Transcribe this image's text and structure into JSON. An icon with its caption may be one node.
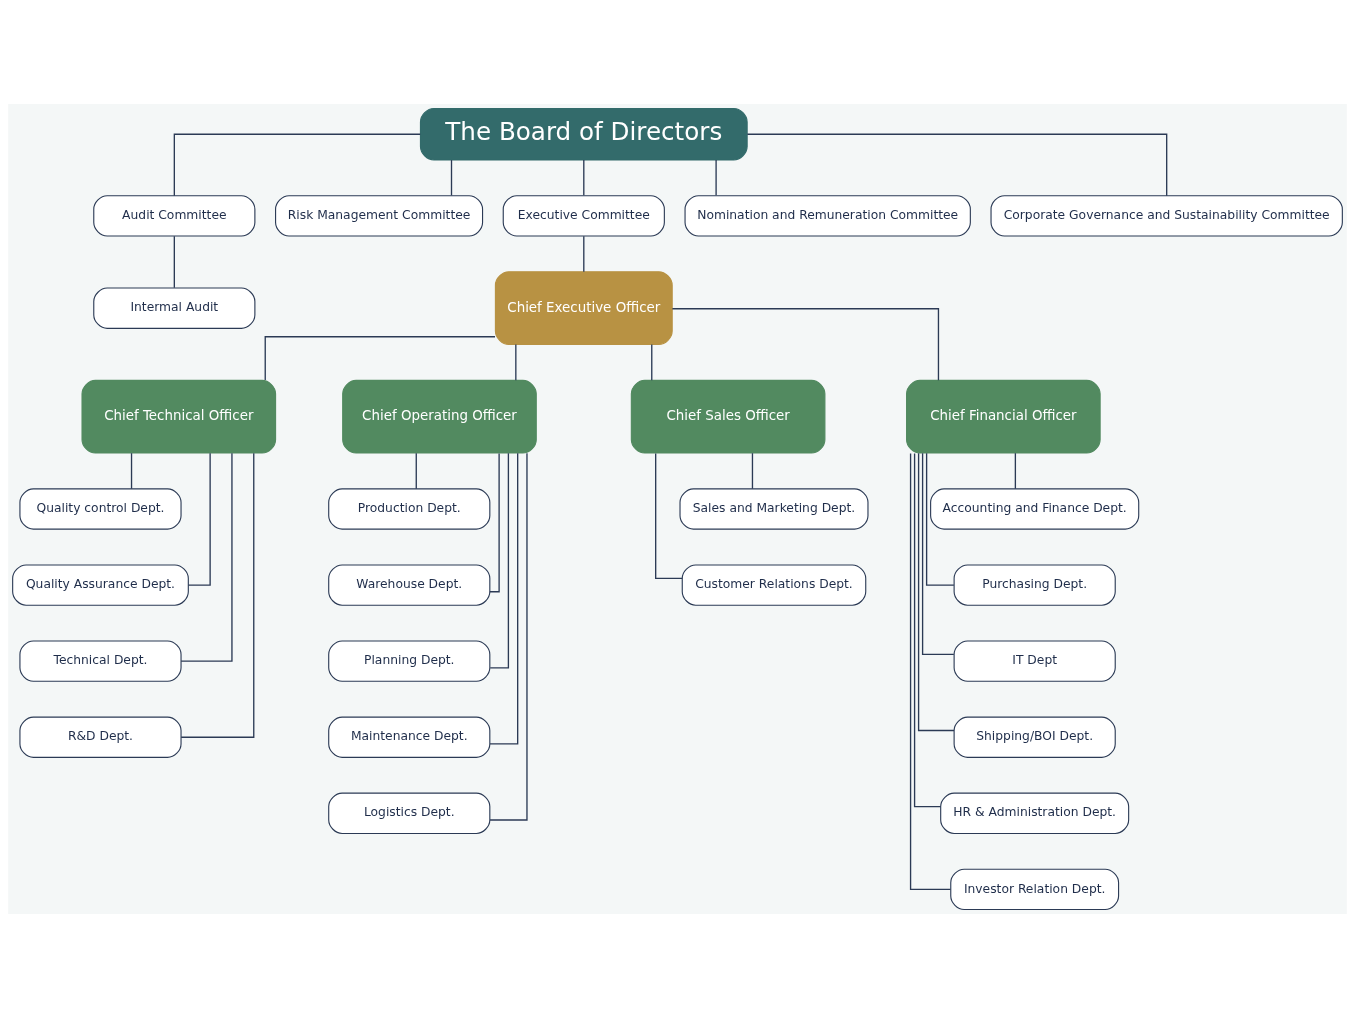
{
  "diagram": {
    "nodes": [
      {
        "text": [
          "The Board of Directors"
        ]
      },
      {
        "text": [
          "Audit Committee"
        ]
      },
      {
        "text": [
          "Risk Management Committee"
        ]
      },
      {
        "text": [
          "Executive Committee"
        ]
      },
      {
        "text": [
          "Nomination and Remuneration Committee"
        ]
      },
      {
        "text": [
          "Corporate Governance and Sustainability Committee"
        ]
      },
      {
        "text": [
          "Intermal Audit"
        ]
      },
      {
        "text": [
          "Chief Executive Officer"
        ]
      },
      {
        "text": [
          "Chief Technical Officer"
        ]
      },
      {
        "text": [
          "Chief Operating Officer"
        ]
      },
      {
        "text": [
          "Chief Sales Officer"
        ]
      },
      {
        "text": [
          "Chief Financial Officer"
        ]
      },
      {
        "text": [
          "Quality control Dept."
        ]
      },
      {
        "text": [
          "Quality Assurance Dept."
        ]
      },
      {
        "text": [
          "Technical Dept."
        ]
      },
      {
        "text": [
          "R&D Dept."
        ]
      },
      {
        "text": [
          "Production Dept."
        ]
      },
      {
        "text": [
          "Warehouse Dept."
        ]
      },
      {
        "text": [
          "Planning Dept."
        ]
      },
      {
        "text": [
          "Maintenance Dept."
        ]
      },
      {
        "text": [
          "Logistics Dept."
        ]
      },
      {
        "text": [
          "Sales and Marketing Dept."
        ]
      },
      {
        "text": [
          "Customer Relations Dept."
        ]
      },
      {
        "text": [
          "Accounting and Finance Dept."
        ]
      },
      {
        "text": [
          "Purchasing Dept."
        ]
      },
      {
        "text": [
          "IT Dept"
        ]
      },
      {
        "text": [
          "Shipping/BOI Dept."
        ]
      },
      {
        "text": [
          "HR & Administration Dept."
        ]
      },
      {
        "text": [
          "Investor Relation Dept."
        ]
      }
    ],
    "edges": [
      {
        "from": 0,
        "to": 1,
        "arrow": "none"
      },
      {
        "from": 0,
        "to": 2,
        "arrow": "none"
      },
      {
        "from": 0,
        "to": 3,
        "arrow": "none"
      },
      {
        "from": 0,
        "to": 4,
        "arrow": "none"
      },
      {
        "from": 0,
        "to": 5,
        "arrow": "none"
      },
      {
        "from": 1,
        "to": 6,
        "arrow": "none"
      },
      {
        "from": 3,
        "to": 7,
        "arrow": "none"
      },
      {
        "from": 7,
        "to": 8,
        "arrow": "none"
      },
      {
        "from": 7,
        "to": 9,
        "arrow": "none"
      },
      {
        "from": 7,
        "to": 10,
        "arrow": "none"
      },
      {
        "from": 7,
        "to": 11,
        "arrow": "none"
      },
      {
        "from": 8,
        "to": 12,
        "arrow": "none"
      },
      {
        "from": 8,
        "to": 13,
        "arrow": "none"
      },
      {
        "from": 8,
        "to": 14,
        "arrow": "none"
      },
      {
        "from": 8,
        "to": 15,
        "arrow": "none"
      },
      {
        "from": 9,
        "to": 16,
        "arrow": "none"
      },
      {
        "from": 9,
        "to": 17,
        "arrow": "none"
      },
      {
        "from": 9,
        "to": 18,
        "arrow": "none"
      },
      {
        "from": 9,
        "to": 19,
        "arrow": "none"
      },
      {
        "from": 9,
        "to": 20,
        "arrow": "none"
      },
      {
        "from": 10,
        "to": 21,
        "arrow": "none"
      },
      {
        "from": 10,
        "to": 22,
        "arrow": "none"
      },
      {
        "from": 11,
        "to": 23,
        "arrow": "none"
      },
      {
        "from": 11,
        "to": 24,
        "arrow": "none"
      },
      {
        "from": 11,
        "to": 25,
        "arrow": "none"
      },
      {
        "from": 11,
        "to": 26,
        "arrow": "none"
      },
      {
        "from": 11,
        "to": 27,
        "arrow": "none"
      },
      {
        "from": 11,
        "to": 28,
        "arrow": "none"
      }
    ]
  }
}
